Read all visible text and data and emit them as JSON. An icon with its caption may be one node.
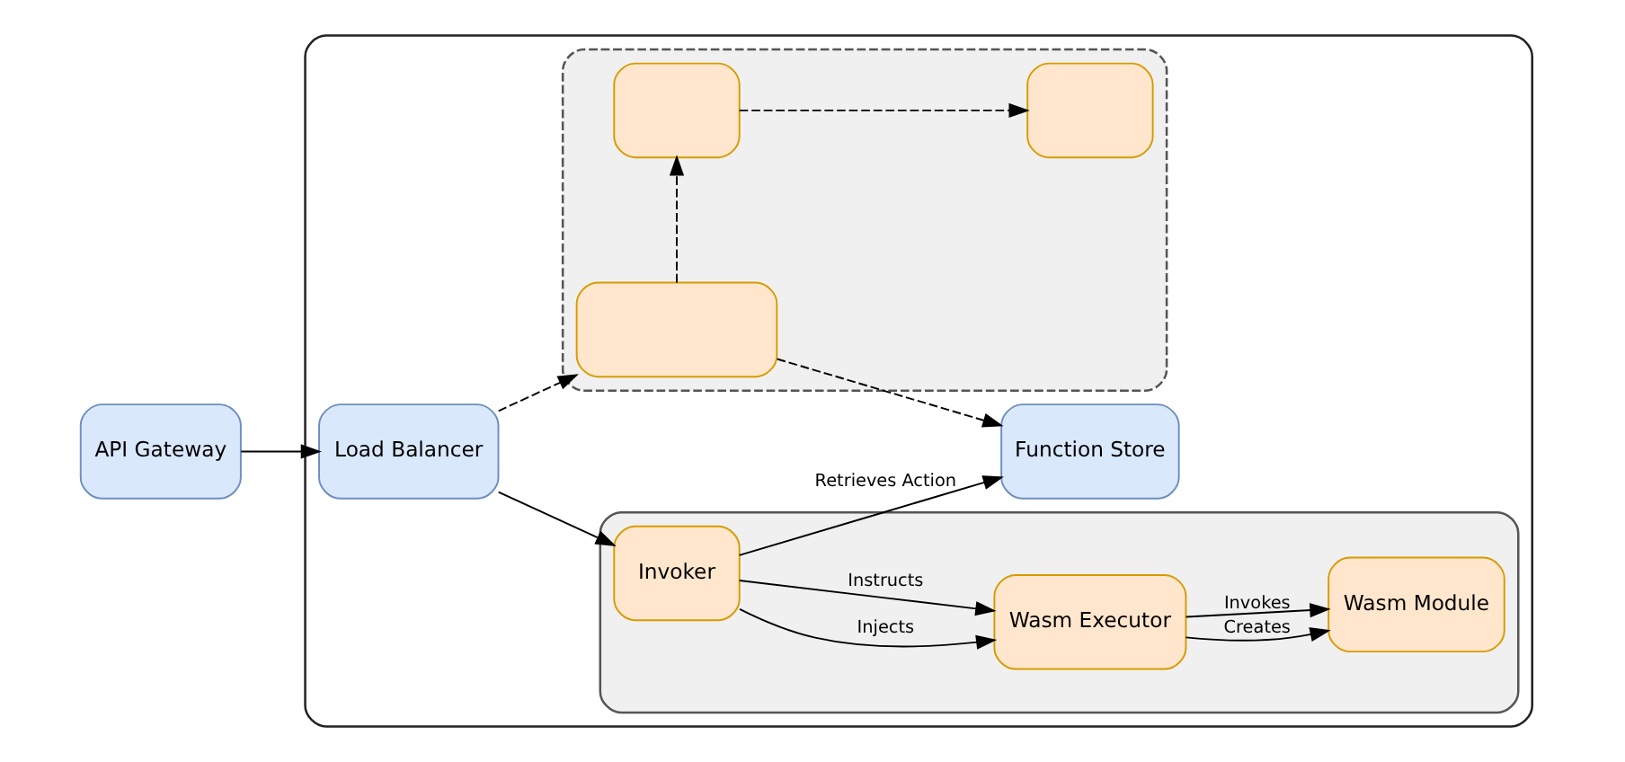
{
  "diagram": {
    "nodes": [
      {
        "text": [],
        "shape": "box"
      },
      {
        "text": [
          "API Gateway"
        ]
      },
      {
        "text": [
          "Load Balancer"
        ],
        "in": 0
      },
      {
        "text": [],
        "shape": "box",
        "in": 0
      },
      {
        "text": [
          "Invoker"
        ],
        "in": 3
      },
      {
        "text": [
          "Wasm Executor"
        ],
        "in": 3
      },
      {
        "text": [
          "Wasm Module"
        ],
        "in": 3
      },
      {
        "text": [],
        "shape": "box",
        "in": 0
      },
      {
        "text": [],
        "shape": "box",
        "in": 7
      },
      {
        "text": [],
        "shape": "box",
        "in": 7
      },
      {
        "text": [],
        "shape": "box",
        "in": 7
      },
      {
        "text": [
          "Function Store"
        ],
        "in": 0
      }
    ],
    "edges": [
      {
        "from": 1,
        "to": 2,
        "arrow": "to"
      },
      {
        "from": 2,
        "to": 4,
        "arrow": "to"
      },
      {
        "from": 2,
        "to": 10,
        "arrow": "to",
        "style": "dashed"
      },
      {
        "from": 4,
        "to": 5,
        "arrow": "to",
        "label": "Injects"
      },
      {
        "from": 4,
        "to": 5,
        "arrow": "to",
        "label": "Instructs"
      },
      {
        "from": 5,
        "to": 6,
        "arrow": "to",
        "label": "Creates"
      },
      {
        "from": 5,
        "to": 6,
        "arrow": "to",
        "label": "Invokes"
      },
      {
        "from": 4,
        "to": 11,
        "arrow": "to",
        "label": "Retrieves Action"
      },
      {
        "from": 10,
        "to": 8,
        "arrow": "to",
        "style": "dashed"
      },
      {
        "from": 8,
        "to": 9,
        "arrow": "to",
        "style": "dashed"
      },
      {
        "from": 10,
        "to": 11,
        "arrow": "to",
        "style": "dashed"
      }
    ]
  }
}
